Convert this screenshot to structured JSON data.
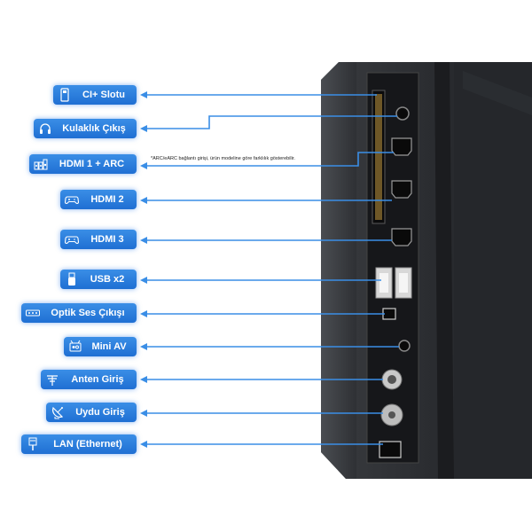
{
  "ports": [
    {
      "key": "ci",
      "label": "CI+ Slotu",
      "icon": "ci-card-icon"
    },
    {
      "key": "headphone",
      "label": "Kulaklık Çıkış",
      "icon": "headphone-icon"
    },
    {
      "key": "hdmi1",
      "label": "HDMI 1 + ARC",
      "icon": "soundbar-icon"
    },
    {
      "key": "hdmi2",
      "label": "HDMI 2",
      "icon": "gamepad-icon"
    },
    {
      "key": "hdmi3",
      "label": "HDMI 3",
      "icon": "gamepad-icon"
    },
    {
      "key": "usb",
      "label": "USB x2",
      "icon": "usb-stick-icon"
    },
    {
      "key": "optical",
      "label": "Optik Ses Çıkışı",
      "icon": "optical-device-icon"
    },
    {
      "key": "miniav",
      "label": "Mini AV",
      "icon": "av-device-icon"
    },
    {
      "key": "antenna",
      "label": "Anten Giriş",
      "icon": "antenna-icon"
    },
    {
      "key": "satellite",
      "label": "Uydu Giriş",
      "icon": "satellite-dish-icon"
    },
    {
      "key": "lan",
      "label": "LAN (Ethernet)",
      "icon": "ethernet-plug-icon"
    }
  ],
  "note": "*ARC/eARC bağlantı girişi, ürün modeline göre farklılık gösterebilir.",
  "colors": {
    "label_bg": "#2a7fdf",
    "arrow": "#3a8ee6",
    "tv_body": "#2a2c30"
  }
}
